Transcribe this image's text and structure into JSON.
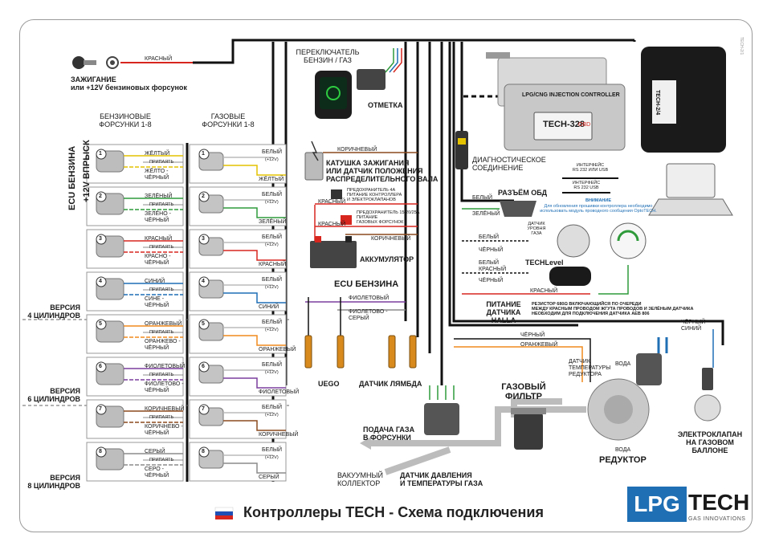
{
  "footer": {
    "title": "Контроллеры TECH - Схема подключения"
  },
  "logo": {
    "brand_a": "LPG",
    "brand_b": "TECH",
    "tagline": "GAS INNOVATIONS"
  },
  "side_code": "TECH-2/1",
  "ignition": {
    "label_line1": "ЗАЖИГАНИЕ",
    "label_line2": "или +12V бензиновых форсунок",
    "wire": "КРАСНЫЙ"
  },
  "headers": {
    "petrol_injectors": "БЕНЗИНОВЫЕ\nФОРСУНКИ 1-8",
    "gas_injectors": "ГАЗОВЫЕ\nФОРСУНКИ 1-8"
  },
  "ecu_vertical": "ECU БЕНЗИНА",
  "plus12_vertical": "+12V ВПРЫСК",
  "cut_label": "ПРИПАЯТЬ",
  "white_label": "БЕЛЫЙ",
  "plus12_label": "(+12V)",
  "injectors": [
    {
      "n": "1",
      "petrol": "ЖЁЛТЫЙ",
      "petrol_out": "ЖЁЛТО -\nЧЁРНЫЙ",
      "gas_wire": "ЖЁЛТЫЙ",
      "color": "#e4c200"
    },
    {
      "n": "2",
      "petrol": "ЗЕЛЁНЫЙ",
      "petrol_out": "ЗЕЛЁНО -\nЧЁРНЫЙ",
      "gas_wire": "ЗЕЛЁНЫЙ",
      "color": "#2e9a3a"
    },
    {
      "n": "3",
      "petrol": "КРАСНЫЙ",
      "petrol_out": "КРАСНО -\nЧЁРНЫЙ",
      "gas_wire": "КРАСНЫЙ",
      "color": "#d7261e"
    },
    {
      "n": "4",
      "petrol": "СИНИЙ",
      "petrol_out": "СИНЕ -\nЧЁРНЫЙ",
      "gas_wire": "СИНИЙ",
      "color": "#1f6fb5"
    },
    {
      "n": "5",
      "petrol": "ОРАНЖЕВЫЙ",
      "petrol_out": "ОРАНЖЕВО -\nЧЁРНЫЙ",
      "gas_wire": "ОРАНЖЕВЫЙ",
      "color": "#f08a1c"
    },
    {
      "n": "6",
      "petrol": "ФИОЛЕТОВЫЙ",
      "petrol_out": "ФИОЛЕТОВО -\nЧЁРНЫЙ",
      "gas_wire": "ФИОЛЕТОВЫЙ",
      "color": "#7a3e9d"
    },
    {
      "n": "7",
      "petrol": "КОРИЧНЕВЫЙ",
      "petrol_out": "КОРИЧНЕВО -\nЧЁРНЫЙ",
      "gas_wire": "КОРИЧНЕВЫЙ",
      "color": "#8b4a1e"
    },
    {
      "n": "8",
      "petrol": "СЕРЫЙ",
      "petrol_out": "СЕРО -\nЧЁРНЫЙ",
      "gas_wire": "СЕРЫЙ",
      "color": "#8c8c8c"
    }
  ],
  "versions": [
    {
      "label": "ВЕРСИЯ\n4 ЦИЛИНДРОВ"
    },
    {
      "label": "ВЕРСИЯ\n6 ЦИЛИНДРОВ"
    },
    {
      "label": "ВЕРСИЯ\n8 ЦИЛИНДРОВ"
    }
  ],
  "switch": {
    "label": "ПЕРЕКЛЮЧАТЕЛЬ\nБЕНЗИН / ГАЗ"
  },
  "mark": {
    "label": "ОТМЕТКА"
  },
  "controller": {
    "title": "LPG/CNG INJECTION CONTROLLER",
    "model": "TECH-328",
    "model_suffix": "OBD",
    "box_label": "TECH-2/4"
  },
  "diag_connector": {
    "label": "ДИАГНОСТИЧЕСКОЕ\nСОЕДИНЕНИЕ"
  },
  "coil": {
    "wire": "КОРИЧНЕВЫЙ",
    "label": "КАТУШКА ЗАЖИГАНИЯ\nИЛИ ДАТЧИК ПОЛОЖЕНИЯ\nРАСПРЕДЕЛИТЕЛЬНОГО ВАЛА"
  },
  "fuse1": {
    "wire": "КРАСНЫЙ",
    "label": "ПРЕДОХРАНИТЕЛЬ 4А\nПИТАНИЕ КОНТРОЛЛЕРА\nИ ЭЛЕКТРОКЛАПАНОВ"
  },
  "fuse2": {
    "wire": "КРАСНЫЙ",
    "label": "ПРЕДОХРАНИТЕЛЬ 15/20/25А\nПИТАНИЕ\nГАЗОВЫХ ФОРСУНОК"
  },
  "battery": {
    "wire": "КОРИЧНЕВЫЙ",
    "label": "АККУМУЛЯТОР"
  },
  "obd": {
    "label": "РАЗЪЁМ ОБД",
    "wire1": "БЕЛЫЙ",
    "wire2": "ЗЕЛЁНЫЙ"
  },
  "interface": {
    "line1": "ИНТЕРФЕЙС\nRS 232 ИЛИ USB",
    "line2": "ИНТЕРФЕЙС\nRS 232 USB"
  },
  "attention": {
    "title": "ВНИМАНИЕ",
    "text": "Для обновления прошивки контроллера необходимо\nиспользовать модуль проводного сообщения OptoTECH."
  },
  "level_sensor": {
    "wire1": "БЕЛЫЙ",
    "wire2": "ЧЁРНЫЙ",
    "label": "ДАТЧИК\nУРОВНЯ\nГАЗА"
  },
  "techlevel": {
    "wire1": "БЕЛЫЙ",
    "wire2": "КРАСНЫЙ",
    "wire3": "ЧЁРНЫЙ",
    "label": "TECHLevel"
  },
  "hall": {
    "label": "ПИТАНИЕ\nДАТЧИКА\nHALLA",
    "wire": "КРАСНЫЙ"
  },
  "resistor_note": "РЕЗИСТОР 680Ω ВКЛЮЧАЮЩИЙСЯ ПО ОЧЕРЕДИ\nМЕЖДУ КРАСНЫМ ПРОВОДОМ ЖГУТА ПРОВОДОВ И ЗЕЛЁНЫМ ДАТЧИКА\nНЕОБХОДИМ ДЛЯ ПОДКЛЮЧЕНИЯ ДАТЧИКА AEB 806",
  "ecu_lambda": {
    "title": "ECU БЕНЗИНА",
    "wire1": "ФИОЛЕТОВЫЙ",
    "wire2": "ФИОЛЕТОВО -\nСЕРЫЙ",
    "uego": "UEGO",
    "lambda": "ДАТЧИК ЛЯМБДА"
  },
  "reducer": {
    "wire1": "ЧЁРНЫЙ",
    "wire2": "ОРАНЖЕВЫЙ",
    "temp": "ДАТЧИК\nТЕМПЕРАТУРЫ\nРЕДУКТОРА",
    "water1": "ВОДА",
    "water2": "ВОДА",
    "label": "РЕДУКТОР"
  },
  "valve": {
    "wire1": "ЧЁРНЫЙ",
    "wire2": "СИНИЙ",
    "label": "ЭЛЕКТРОКЛАПАН\nНА ГАЗОВОМ\nБАЛЛОНЕ"
  },
  "gas_filter": {
    "label": "ГАЗОВЫЙ\nФИЛЬТР"
  },
  "gas_feed": {
    "label": "ПОДАЧА ГАЗА\nВ ФОРСУНКИ"
  },
  "vacuum": {
    "label": "ВАКУУМНЫЙ\nКОЛЛЕКТОР"
  },
  "pressure": {
    "label": "ДАТЧИК ДАВЛЕНИЯ\nИ ТЕМПЕРАТУРЫ ГАЗА"
  }
}
